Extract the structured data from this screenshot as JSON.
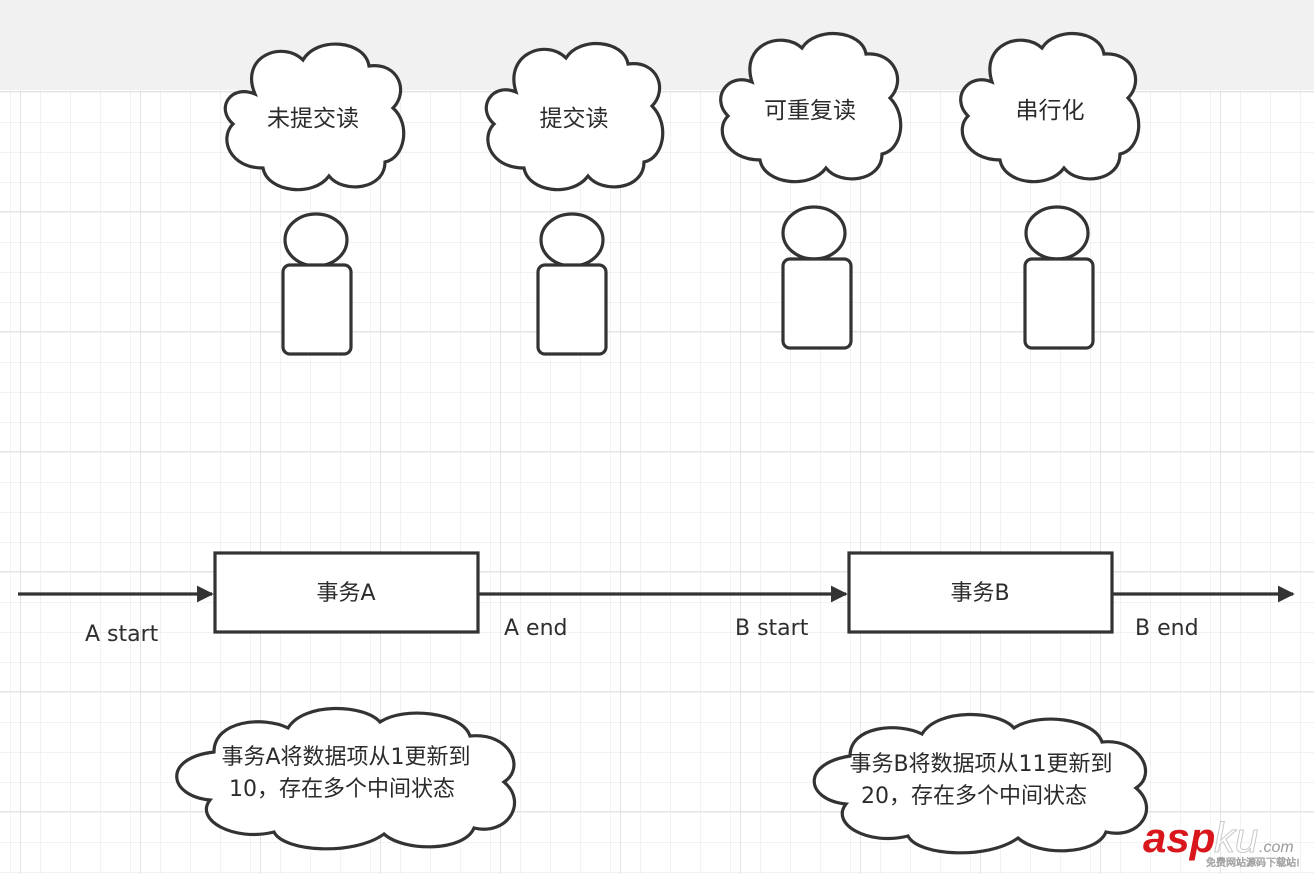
{
  "diagram": {
    "title": "Transaction isolation levels timeline",
    "isolation_levels": [
      {
        "label": "未提交读"
      },
      {
        "label": "提交读"
      },
      {
        "label": "可重复读"
      },
      {
        "label": "串行化"
      }
    ],
    "timeline": {
      "transactions": [
        {
          "label": "事务A",
          "start_label": "A start",
          "end_label": "A end"
        },
        {
          "label": "事务B",
          "start_label": "B start",
          "end_label": "B end"
        }
      ]
    },
    "notes": [
      {
        "line1": "事务A将数据项从1更新到",
        "line2": "10，存在多个中间状态"
      },
      {
        "line1": "事务B将数据项从11更新到",
        "line2": "20，存在多个中间状态"
      }
    ],
    "colors": {
      "stroke": "#333333",
      "grid_minor": "#ececec",
      "grid_major": "#e2e2e2",
      "top_band": "#f1f1f1",
      "watermark_red": "#d8161c"
    }
  },
  "watermark": {
    "brand_a": "asp",
    "brand_b": "ku",
    "suffix": ".com",
    "tagline": "免费网站源码下载站!"
  }
}
